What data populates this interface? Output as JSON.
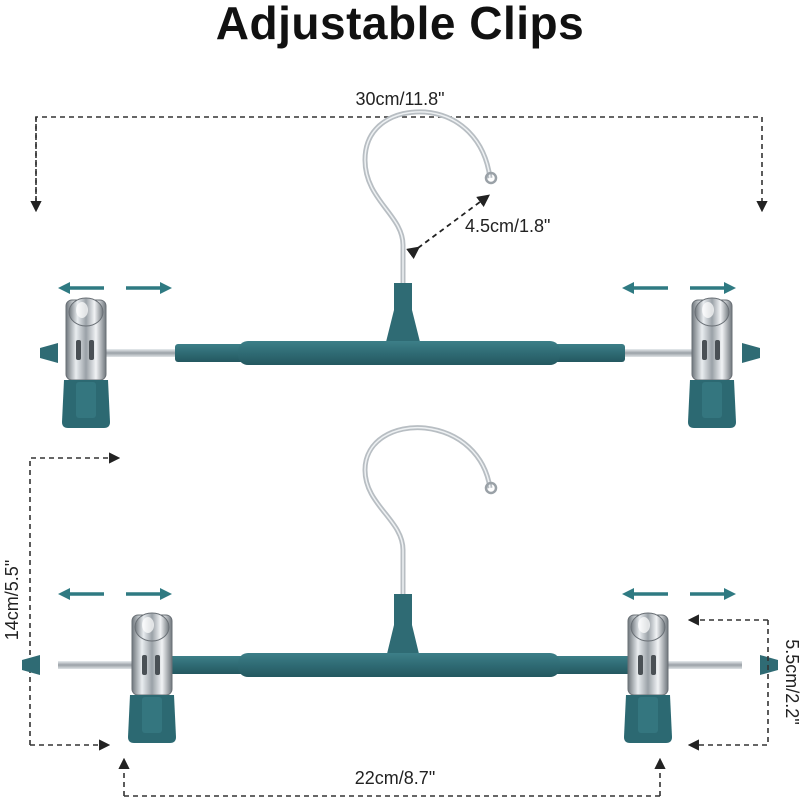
{
  "title": "Adjustable Clips",
  "dimensions": {
    "overall_width": "30cm/11.8\"",
    "hook_opening": "4.5cm/1.8\"",
    "clip_height": "14cm/5.5\"",
    "clip_width": "5.5cm/2.2\"",
    "min_width": "22cm/8.7\""
  },
  "icons": [
    "adjust-arrows-icon"
  ],
  "colors": {
    "teal": "#2f6b74",
    "teal_dark": "#24565e",
    "arrow": "#2f7a82",
    "chrome": "#c9ced3",
    "chrome_dark": "#7d8489",
    "dash": "#333333"
  }
}
